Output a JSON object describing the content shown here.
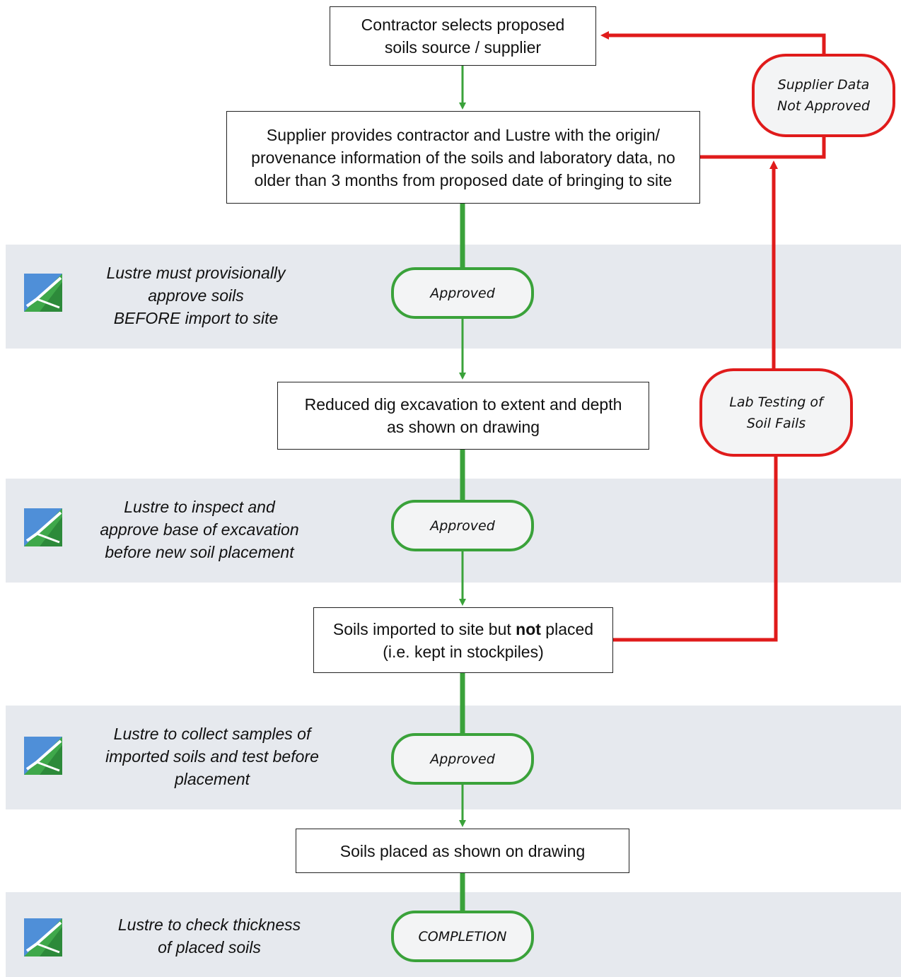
{
  "steps": {
    "contractor_selects": "Contractor selects proposed\nsoils source / supplier",
    "supplier_provides": "Supplier provides contractor and Lustre with the origin/\nprovenance information of the soils and laboratory data, no\nolder than 3 months from proposed date of bringing to site",
    "reduced_dig": "Reduced dig excavation to extent and depth\nas shown on drawing",
    "soils_imported_pre": "Soils imported to site but ",
    "soils_imported_bold": "not",
    "soils_imported_post": " placed\n(i.e. kept in stockpiles)",
    "soils_placed": "Soils placed as shown on drawing"
  },
  "decisions": {
    "approved_1": "Approved",
    "approved_2": "Approved",
    "approved_3": "Approved",
    "completion": "COMPLETION"
  },
  "failures": {
    "supplier_data": "Supplier Data\nNot Approved",
    "lab_testing": "Lab Testing of\nSoil Fails"
  },
  "notes": {
    "note_1": "Lustre must provisionally\napprove soils\nBEFORE import to site",
    "note_2": "Lustre to inspect and\napprove base of excavation\nbefore new soil placement",
    "note_3": "Lustre to collect samples of\nimported soils and test before\nplacement",
    "note_4": "Lustre to check thickness\nof placed soils"
  },
  "colors": {
    "approve_flow": "#3aa23a",
    "fail_flow": "#e01b1b",
    "band": "#e6e9ee"
  },
  "icons": [
    "lustre-logo-icon"
  ]
}
